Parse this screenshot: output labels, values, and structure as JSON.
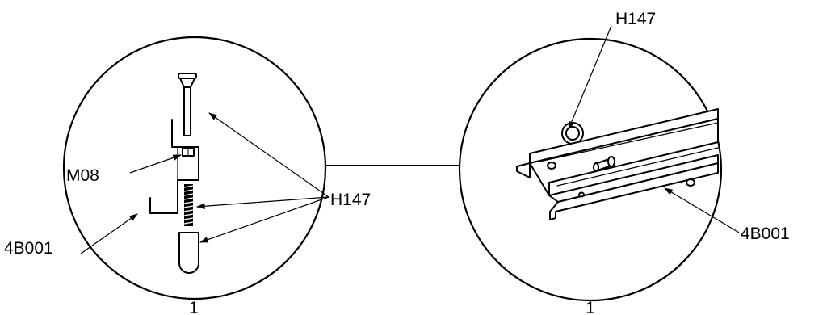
{
  "left_detail": {
    "number": "1",
    "labels": {
      "h147": "H147",
      "m08": "M08",
      "b001": "4B001"
    }
  },
  "right_detail": {
    "number": "1",
    "labels": {
      "h147": "H147",
      "b001": "4B001"
    }
  }
}
